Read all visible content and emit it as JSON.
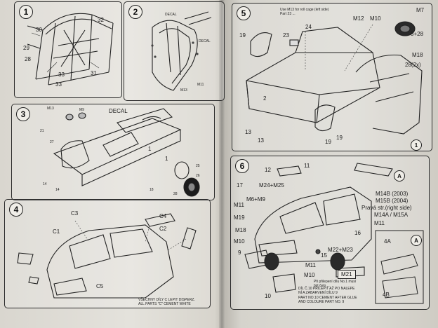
{
  "panel1": {
    "step": "1",
    "labels": [
      "30",
      "29",
      "32",
      "28",
      "33",
      "31",
      "33"
    ]
  },
  "panel2": {
    "step": "2",
    "labels": [
      "DECAL",
      "DECAL",
      "M11",
      "M13"
    ]
  },
  "panel3": {
    "step": "3",
    "decal": "DECAL",
    "labels": [
      "M13",
      "M9",
      "21",
      "1",
      "27",
      "1",
      "25",
      "26",
      "18",
      "28",
      "14",
      "14"
    ]
  },
  "panel4": {
    "step": "4",
    "labels": [
      "C1",
      "C2",
      "C3",
      "C4",
      "C5"
    ],
    "note": "VŠECHNY DÍLY C LEPIT DISPERZ.\nALL PARTS \"C\" CEMENT WHITE"
  },
  "panel5": {
    "step": "5",
    "top_note": "Use M13 for roll cage (left side)\nPart 23 ...",
    "labels": [
      "M12",
      "M10",
      "M7",
      "5+28",
      "M18",
      "28(2x)",
      "19",
      "23",
      "24",
      "2",
      "19",
      "13",
      "13",
      "19"
    ],
    "marker": "1"
  },
  "panel6": {
    "step": "6",
    "marker_a": "A",
    "marker_b": "A",
    "labels": [
      "12",
      "11",
      "17",
      "M24+M25",
      "M6+M9",
      "M11",
      "M19",
      "M18",
      "M10",
      "9",
      "M11",
      "15",
      "M10",
      "10",
      "16",
      "M22+M23",
      "M11",
      "4A",
      "4B"
    ],
    "right_labels": [
      "M14B (2003)",
      "M15B (2004)",
      "Pravá str.(right side)",
      "M14A / M15A"
    ],
    "m21": "M21",
    "bottom_note": "DÍL Č.10 PŘILEPIT AŽ PO NALEPE\nNÍ A ZABARVENÍ DÍLU 9\nPART NO.10 CEMENT AFTER GLUE\nAND COLOURE PART NO. 9",
    "small_note": "Při přilepení dílu No.1 musí\nbýt čelo ..."
  }
}
